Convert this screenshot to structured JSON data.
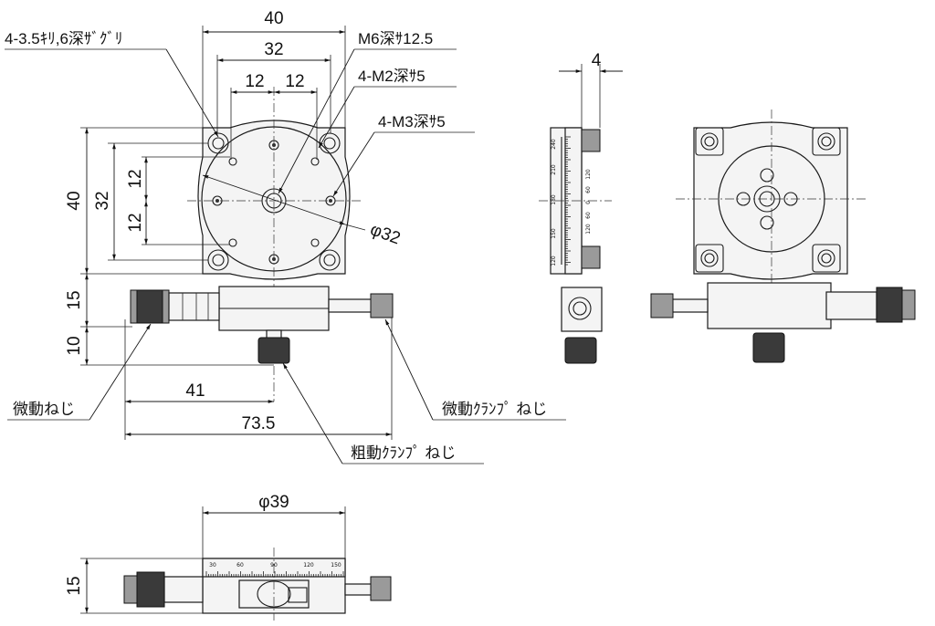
{
  "dimensions": {
    "top_40": "40",
    "top_32": "32",
    "left_12": "12",
    "right_12": "12",
    "side_32": "32",
    "side_40": "40",
    "side_12_upper": "12",
    "side_12_lower": "12",
    "height_15": "15",
    "height_10": "10",
    "base_41": "41",
    "base_73_5": "73.5",
    "diameter_32": "φ32",
    "side_view_4": "4",
    "bottom_diameter_39": "φ39",
    "bottom_height_15": "15"
  },
  "callouts": {
    "counterbore_holes": "4-3.5ｷﾘ,6深ｻﾞｸﾞﾘ",
    "m6_tap": "M6深ｻ12.5",
    "m2_tap": "4-M2深ｻ5",
    "m3_tap": "4-M3深ｻ5",
    "fine_screw": "微動ねじ",
    "fine_clamp": "微動ｸﾗﾝﾌﾟ ねじ",
    "coarse_clamp": "粗動ｸﾗﾝﾌﾟ ねじ"
  },
  "scales": {
    "side_scale_left": [
      "240",
      "210",
      "180",
      "150",
      "120"
    ],
    "side_scale_right": [
      "120",
      "60",
      "0",
      "60",
      "120"
    ],
    "bottom_scale": [
      "30",
      "60",
      "90",
      "120",
      "150"
    ]
  }
}
